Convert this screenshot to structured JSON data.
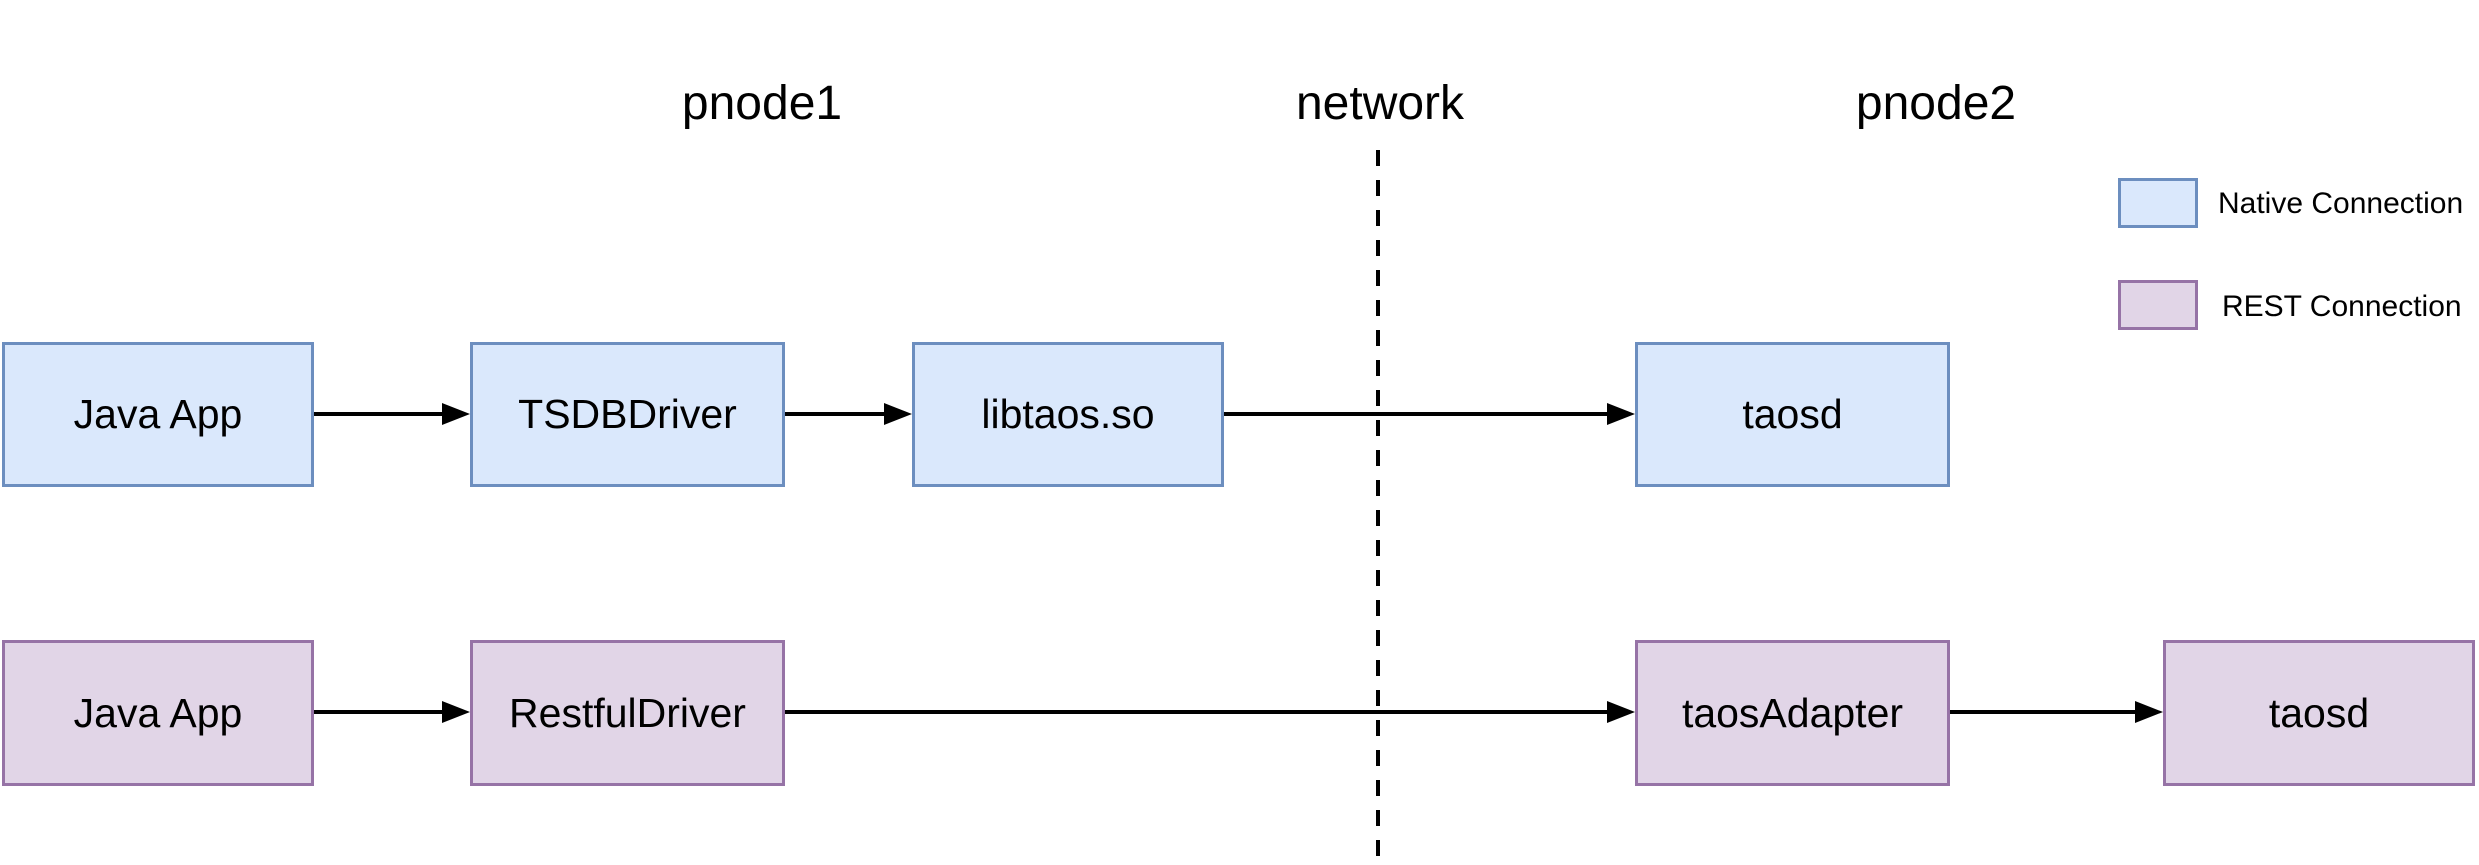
{
  "diagram": {
    "zones": {
      "pnode1": "pnode1",
      "network": "network",
      "pnode2": "pnode2"
    },
    "flows": {
      "native": {
        "name": "Native Connection",
        "nodes": [
          {
            "label": "Java App"
          },
          {
            "label": "TSDBDriver"
          },
          {
            "label": "libtaos.so"
          },
          {
            "label": "taosd"
          }
        ]
      },
      "rest": {
        "name": "REST Connection",
        "nodes": [
          {
            "label": "Java App"
          },
          {
            "label": "RestfulDriver"
          },
          {
            "label": "taosAdapter"
          },
          {
            "label": "taosd"
          }
        ]
      }
    },
    "legend": {
      "items": [
        {
          "label": "Native Connection",
          "fill": "#dae8fc",
          "border": "#6c8ebf"
        },
        {
          "label": "REST Connection",
          "fill": "#e1d5e7",
          "border": "#9673a6"
        }
      ]
    },
    "colors": {
      "background": "#ffffff",
      "line": "#000000",
      "native_fill": "#dae8fc",
      "native_border": "#6c8ebf",
      "rest_fill": "#e1d5e7",
      "rest_border": "#9673a6"
    }
  }
}
